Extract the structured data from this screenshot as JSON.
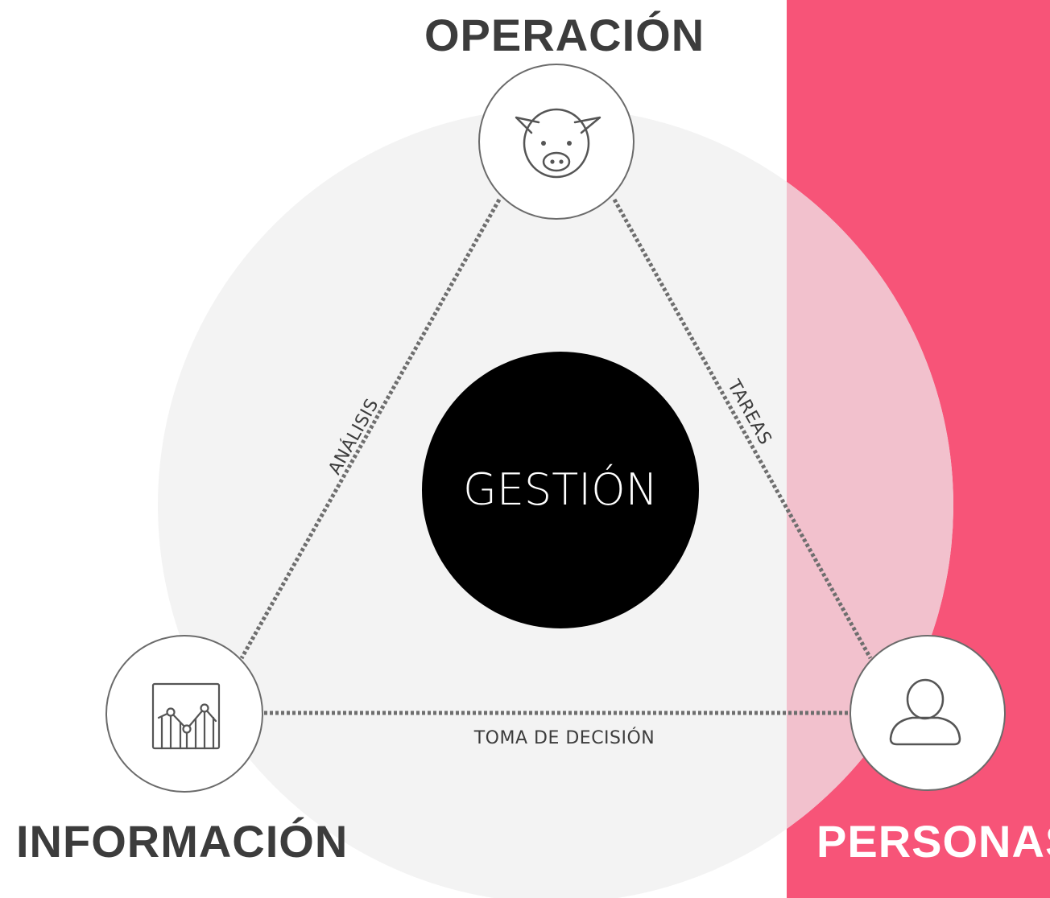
{
  "colors": {
    "background": "#ffffff",
    "big_circle": "#f3f3f3",
    "accent_band": "#f75478",
    "accent_overlap": "#f2c1cd",
    "center_fill": "#000000",
    "node_stroke": "#6b6b6b",
    "dotted_line": "#6e6e6e",
    "label_text": "#3c3c3c"
  },
  "center": {
    "label": "GESTIÓN"
  },
  "nodes": {
    "top": {
      "label": "OPERACIÓN",
      "icon": "pig-icon"
    },
    "left": {
      "label": "INFORMACIÓN",
      "icon": "chart-icon"
    },
    "right": {
      "label": "PERSONAS",
      "icon": "person-icon"
    }
  },
  "edges": {
    "left": {
      "label": "ANÁLISIS"
    },
    "right": {
      "label": "TAREAS"
    },
    "bottom": {
      "label": "TOMA DE DECISIÓN"
    }
  }
}
